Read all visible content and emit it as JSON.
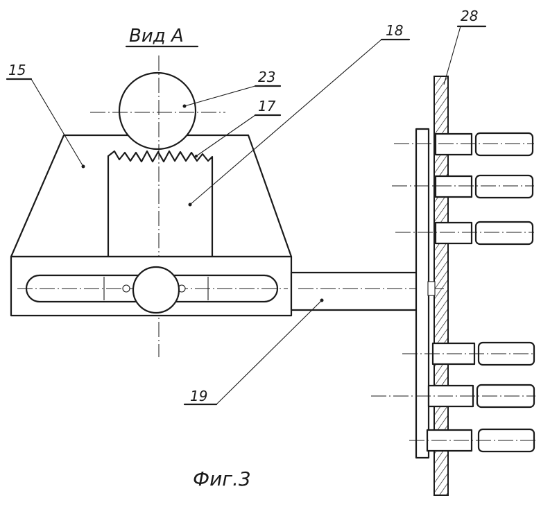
{
  "view_title": "Вид А",
  "figure_caption": "Фиг.3",
  "callouts": {
    "c15": "15",
    "c17": "17",
    "c18": "18",
    "c19": "19",
    "c23": "23",
    "c28": "28"
  },
  "colors": {
    "ink": "#1a1a1a",
    "paper": "#ffffff"
  }
}
